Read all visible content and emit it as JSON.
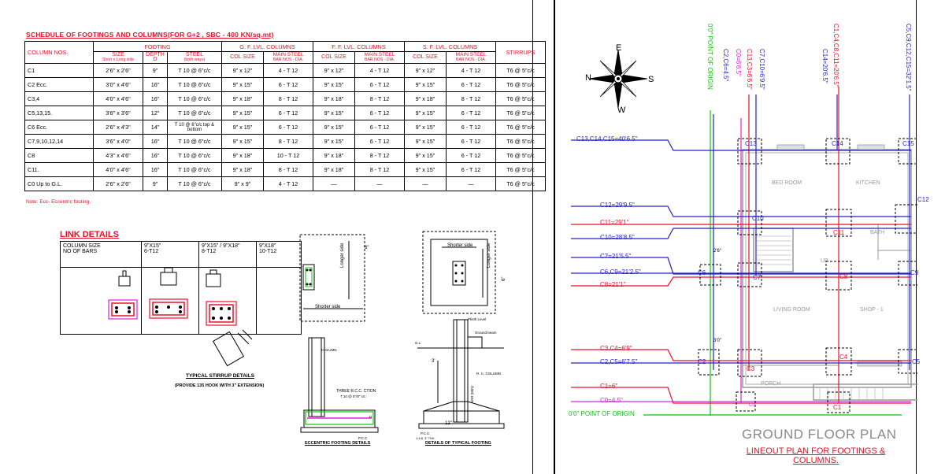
{
  "schedule": {
    "title": "SCHEDULE OF FOOTINGS AND COLUMNS(FOR G+2 , SBC - 400 KN/sq.mt)",
    "headers": {
      "column_nos": "COLUMN NOS.",
      "footing": "FOOTING",
      "gf": "G. F. LVL. COLUMNS",
      "ff": "F. F. LVL. COLUMNS",
      "sf": "S. F. LVL. COLUMNS",
      "size": "SIZE",
      "size_sub": "Short x Long side",
      "depth": "DEPTH",
      "depth_sub": "D",
      "steel": "STEEL",
      "steel_sub": "(both ways)",
      "col_size": "COL SIZE",
      "main_steel": "MAIN STEEL",
      "main_steel_sub": "BAR NOS - DIA.",
      "stirrups": "STIRRUPS"
    },
    "rows": [
      [
        "C1",
        "2'6\" x 2'6\"",
        "9\"",
        "T 10 @ 6\"c/c",
        "9\" x 12\"",
        "4 - T 12",
        "9\" x 12\"",
        "4 - T 12",
        "9\" x 12\"",
        "4 - T 12",
        "T6 @ 5\"c/c"
      ],
      [
        "C2  Ecc.",
        "3'0\" x 4'6\"",
        "16\"",
        "T 10 @ 6\"c/c",
        "9\" x 15\"",
        "6 - T 12",
        "9\" x 15\"",
        "6 - T 12",
        "9\" x 15\"",
        "6 - T 12",
        "T6 @ 5\"c/c"
      ],
      [
        "C3,4",
        "4'0\" x 4'6\"",
        "16\"",
        "T 10 @ 6\"c/c",
        "9\" x 18\"",
        "8 - T 12",
        "9\" x 18\"",
        "8 - T 12",
        "9\" x 18\"",
        "8 - T 12",
        "T6 @ 5\"c/c"
      ],
      [
        "C5,13,15.",
        "3'6\" x 3'6\"",
        "12\"",
        "T 10 @ 6\"c/c",
        "9\" x 15\"",
        "6 - T 12",
        "9\" x 15\"",
        "6 - T 12",
        "9\" x 15\"",
        "6 - T 12",
        "T6 @ 5\"c/c"
      ],
      [
        "C6   Ecc.",
        "2'6\" x 4'3\"",
        "14\"",
        "T 10 @ 6\"c/c top & bottom",
        "9\" x 15\"",
        "6 - T 12",
        "9\" x 15\"",
        "6 - T 12",
        "9\" x 15\"",
        "6 - T 12",
        "T6 @ 5\"c/c"
      ],
      [
        "C7,9,10,12,14",
        "3'6\" x 4'0\"",
        "16\"",
        "T 10 @ 6\"c/c",
        "9\" x 15\"",
        "8 - T 12",
        "9\" x 15\"",
        "6 - T 12",
        "9\" x 15\"",
        "6 - T 12",
        "T6 @ 5\"c/c"
      ],
      [
        "C8",
        "4'3\" x 4'6\"",
        "16\"",
        "T 10 @ 6\"c/c",
        "9\" x 18\"",
        "10 - T 12",
        "9\" x 18\"",
        "8 - T 12",
        "9\" x 15\"",
        "6 - T 12",
        "T6 @ 5\"c/c"
      ],
      [
        "C11.",
        "4'0\" x 4'6\"",
        "16\"",
        "T 10 @ 6\"c/c",
        "9\" x 18\"",
        "8 - T 12",
        "9\" x 18\"",
        "8 - T 12",
        "9\" x 15\"",
        "6 - T 12",
        "T6 @ 5\"c/c"
      ],
      [
        "C0    Up to G.L.",
        "2'6\" x 2'6\"",
        "9\"",
        "T 10 @ 6\"c/c",
        "9\" x 9\"",
        "4 - T 12",
        "—",
        "—",
        "—",
        "—",
        "T6 @ 5\"c/c"
      ]
    ],
    "note": "Note: Ecc- Eccentric footing."
  },
  "link": {
    "title": "LINK  DETAILS",
    "row1_label": "COLUMN SIZE",
    "row2_label": "NO OF BARS",
    "cols": [
      {
        "size": "9\"X15\"",
        "bars": "6-T12"
      },
      {
        "size": "9\"X15\" / 9\"X18\"",
        "bars": "8-T12"
      },
      {
        "size": "9\"X18\"",
        "bars": "10-T12"
      }
    ]
  },
  "stirrup": {
    "title": "TYPICAL  STIRRUP  DETAILS",
    "sub": "(PROVIDE 135 HOOK WITH 3\" EXTENSION)"
  },
  "footing_plan": {
    "six": "6\"",
    "longer_side": "Longer side",
    "shorter_side": "Shorter side"
  },
  "ecc_footing": {
    "column": "COLUMN",
    "rebar": "THREE R.C.C. CTION",
    "rebar2": "T 10 @ 5\"/8\" c/c",
    "pcc": "P.C.C",
    "d": "D",
    "title": "ECCENTRIC FOOTING DETAILS"
  },
  "typ_footing": {
    "plinth": "Plinth Level",
    "gl": "G.L",
    "ground_beam": "Ground beam",
    "rc_column": "R. C. COLUMN",
    "three": "3'",
    "var": "VAR\n(MIN)",
    "twelve": "12\"",
    "pcc": "P.C.C",
    "pcc2": "1:4:8, 3\" THK.",
    "title": "DETAILS OF TYPICAL FOOTING"
  },
  "compass": {
    "n": "N",
    "s": "S",
    "e": "E",
    "w": "W"
  },
  "plan": {
    "title": "GROUND FLOOR PLAN",
    "subtitle": "LINEOUT PLAN FOR FOOTINGS & COLUMNS.",
    "origin_vertical": "0'0\" POINT OF ORIGIN",
    "origin_horizontal": "0'0\" POINT OF ORIGIN",
    "vert_labels": [
      "C2,C6=4.5\"",
      "C0=6'6.5\"",
      "C13,C3=6'6.5\"",
      "C7,C10=6'9.5\"",
      "C14=20'6.5\"",
      "C1,C4,C8,C11=20'6.5\"",
      "C5,C9,C12,C15=32'1.5\""
    ],
    "horiz_labels": [
      "C13,C14,C15=40'6.5\"",
      "C12=29'9.5\"",
      "C11=29'1\"",
      "C10=28'8.5\"",
      "C7=21'5.5\"",
      "C6,C9=21'2.5\"",
      "C8=21'1\"",
      "C3,C4=6'9\"",
      "C2,C5=6'7.5\"",
      "C1=6\"",
      "C0=4.5\""
    ],
    "rooms": [
      "BED ROOM",
      "KITCHEN",
      "BATH",
      "LIVING ROOM",
      "SHOP - 1",
      "PORCH",
      "UP"
    ],
    "cols": [
      "C13",
      "C14",
      "C15",
      "C10",
      "C11",
      "C12",
      "C6",
      "C7",
      "C8",
      "C9",
      "C2",
      "C3",
      "C4",
      "C5",
      "C0",
      "C1"
    ],
    "dims": [
      "2'6\"",
      "3'0\""
    ]
  }
}
